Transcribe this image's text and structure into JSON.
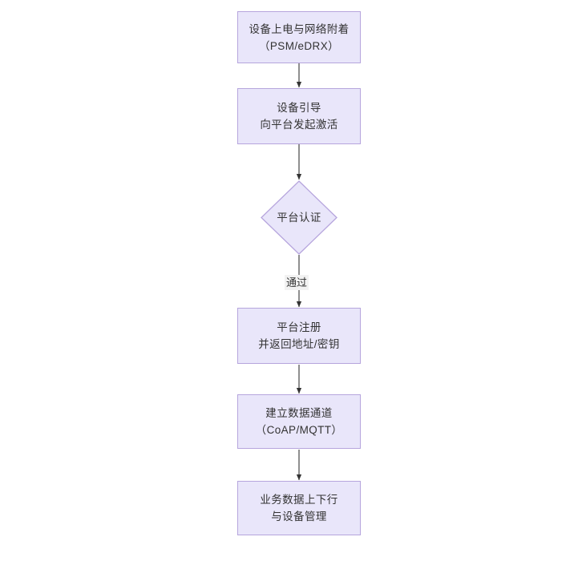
{
  "diagram": {
    "type": "flowchart",
    "direction": "top-to-bottom",
    "title": "",
    "theme": {
      "node_fill": "#e9e6fa",
      "node_border": "#b6a5dd",
      "text_color": "#333333",
      "edge_color": "#333333",
      "edge_label_background": "#f2f2f2",
      "canvas_background": "#ffffff"
    },
    "nodes": [
      {
        "id": "n1",
        "shape": "rectangle",
        "line1": "设备上电与网络附着",
        "line2": "（PSM/eDRX）"
      },
      {
        "id": "n2",
        "shape": "rectangle",
        "line1": "设备引导",
        "line2": "向平台发起激活"
      },
      {
        "id": "n3",
        "shape": "diamond",
        "line1": "平台认证",
        "line2": ""
      },
      {
        "id": "n4",
        "shape": "rectangle",
        "line1": "平台注册",
        "line2": "并返回地址/密钥"
      },
      {
        "id": "n5",
        "shape": "rectangle",
        "line1": "建立数据通道",
        "line2": "（CoAP/MQTT）"
      },
      {
        "id": "n6",
        "shape": "rectangle",
        "line1": "业务数据上下行",
        "line2": "与设备管理"
      }
    ],
    "edges": [
      {
        "id": "e1",
        "from": "n1",
        "to": "n2",
        "label": ""
      },
      {
        "id": "e2",
        "from": "n2",
        "to": "n3",
        "label": ""
      },
      {
        "id": "e3",
        "from": "n3",
        "to": "n4",
        "label": "通过"
      },
      {
        "id": "e4",
        "from": "n4",
        "to": "n5",
        "label": ""
      },
      {
        "id": "e5",
        "from": "n5",
        "to": "n6",
        "label": ""
      }
    ]
  }
}
